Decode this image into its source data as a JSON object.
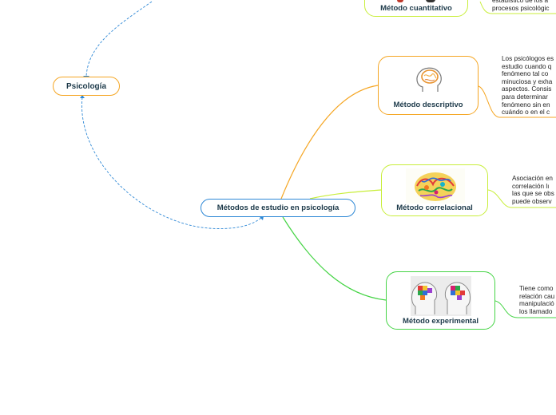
{
  "nodes": {
    "psicologia": "Psicología",
    "main": "Métodos de estudio en psicología",
    "cuantitativo": "Método cuantitativo",
    "descriptivo": "Método descriptivo",
    "correlacional": "Método correlacional",
    "experimental": "Método experimental"
  },
  "notes": {
    "cuantitativo": "estadístico de los a\nprocesos psicológic",
    "descriptivo": "Los psicólogos es\nestudio cuando q\nfenómeno tal co\nminuciosa y exha\naspectos. Consis\npara determinar \nfenómeno sin en\ncuándo o en el c",
    "correlacional": "Asociación en\ncorrelación lı\nlas que se obs\npuede observ",
    "experimental": "Tiene como\nrelación cau\nmanipulació\nlos llamado"
  },
  "colors": {
    "orange": "#f5a623",
    "lime": "#c8ee3a",
    "green": "#45d445",
    "blue": "#2e88d6",
    "node_text": "#1d3a4a"
  },
  "icons": {
    "descriptivo": "brain-head-icon",
    "correlacional": "colorful-brain-icon",
    "experimental": "two-heads-puzzle-icon"
  }
}
